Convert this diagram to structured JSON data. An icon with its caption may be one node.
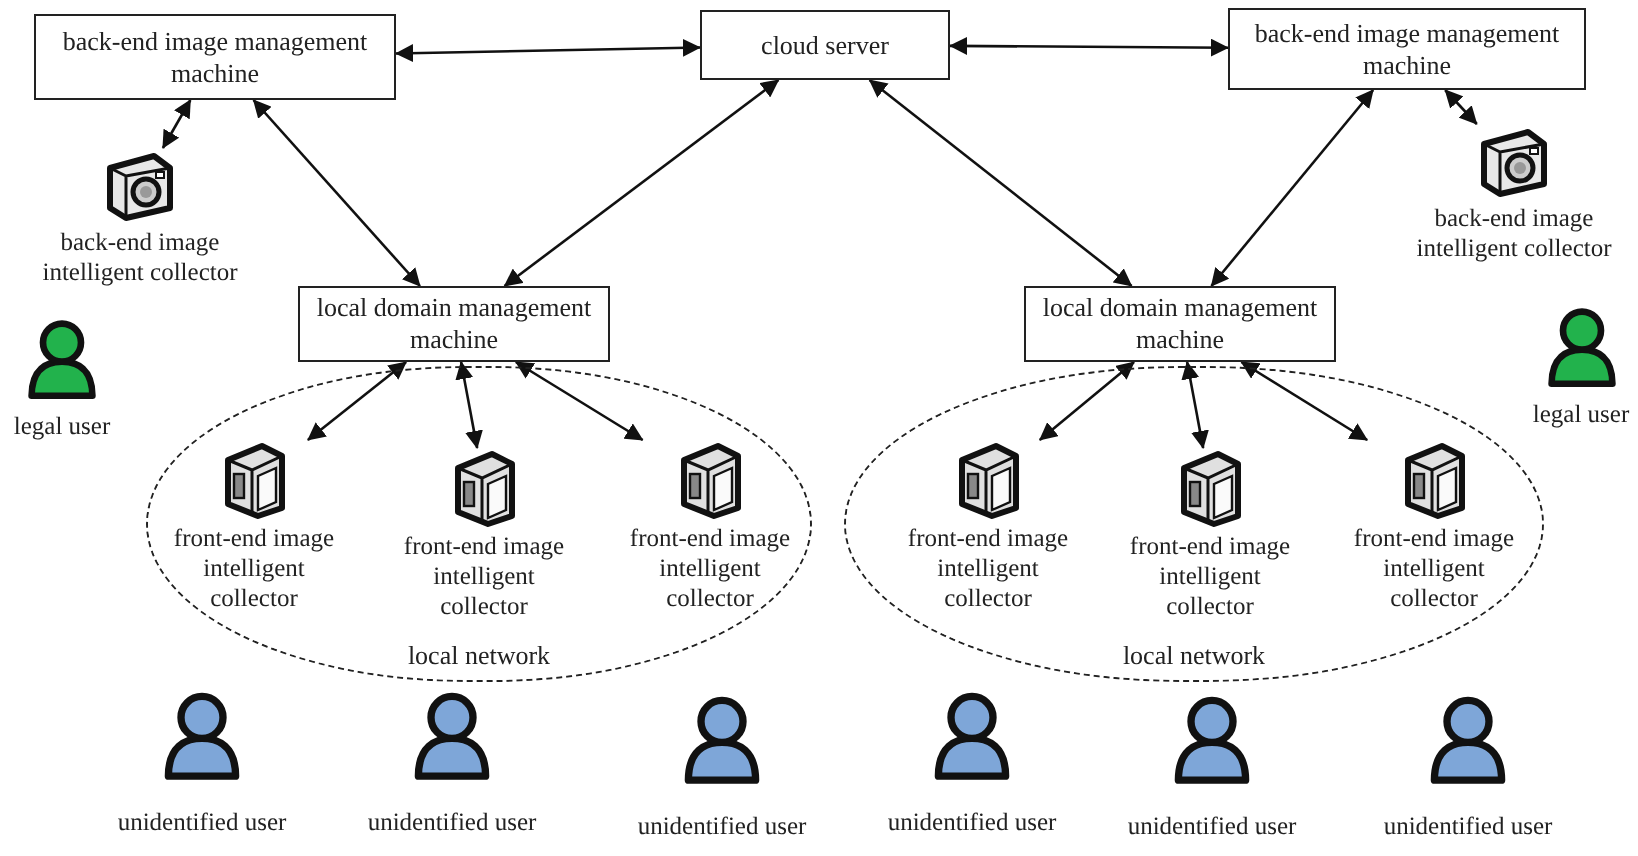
{
  "diagram": {
    "nodes": [
      {
        "text": [
          "back-end image management machine"
        ]
      },
      {
        "text": [
          "cloud server"
        ]
      },
      {
        "text": [
          "back-end image management machine"
        ]
      },
      {
        "text": [
          "back-end image intelligent collector"
        ]
      },
      {
        "text": [
          "back-end image intelligent collector"
        ]
      },
      {
        "text": [
          "local network"
        ]
      },
      {
        "text": [
          "local domain management machine"
        ]
      },
      {
        "text": [
          "front-end image intelligent collector"
        ],
        "in": 5
      },
      {
        "text": [
          "front-end image intelligent collector"
        ],
        "in": 5
      },
      {
        "text": [
          "front-end image intelligent collector"
        ],
        "in": 5
      },
      {
        "text": [
          "local network"
        ]
      },
      {
        "text": [
          "local domain management machine"
        ]
      },
      {
        "text": [
          "front-end image intelligent collector"
        ],
        "in": 10
      },
      {
        "text": [
          "front-end image intelligent collector"
        ],
        "in": 10
      },
      {
        "text": [
          "front-end image intelligent collector"
        ],
        "in": 10
      },
      {
        "text": [
          "legal user"
        ]
      },
      {
        "text": [
          "legal user"
        ]
      },
      {
        "text": [
          "unidentified user"
        ]
      },
      {
        "text": [
          "unidentified user"
        ]
      },
      {
        "text": [
          "unidentified user"
        ]
      },
      {
        "text": [
          "unidentified user"
        ]
      },
      {
        "text": [
          "unidentified user"
        ]
      },
      {
        "text": [
          "unidentified user"
        ]
      }
    ],
    "edges": [
      {
        "from": 0,
        "to": 1,
        "arrow": "both"
      },
      {
        "from": 1,
        "to": 2,
        "arrow": "both"
      },
      {
        "from": 0,
        "to": 3,
        "arrow": "both"
      },
      {
        "from": 0,
        "to": 6,
        "arrow": "both"
      },
      {
        "from": 1,
        "to": 6,
        "arrow": "both"
      },
      {
        "from": 1,
        "to": 11,
        "arrow": "both"
      },
      {
        "from": 2,
        "to": 11,
        "arrow": "both"
      },
      {
        "from": 2,
        "to": 4,
        "arrow": "both"
      },
      {
        "from": 6,
        "to": 7,
        "arrow": "both"
      },
      {
        "from": 6,
        "to": 8,
        "arrow": "both"
      },
      {
        "from": 6,
        "to": 9,
        "arrow": "both"
      },
      {
        "from": 11,
        "to": 12,
        "arrow": "both"
      },
      {
        "from": 11,
        "to": 13,
        "arrow": "both"
      },
      {
        "from": 11,
        "to": 14,
        "arrow": "both"
      }
    ]
  }
}
